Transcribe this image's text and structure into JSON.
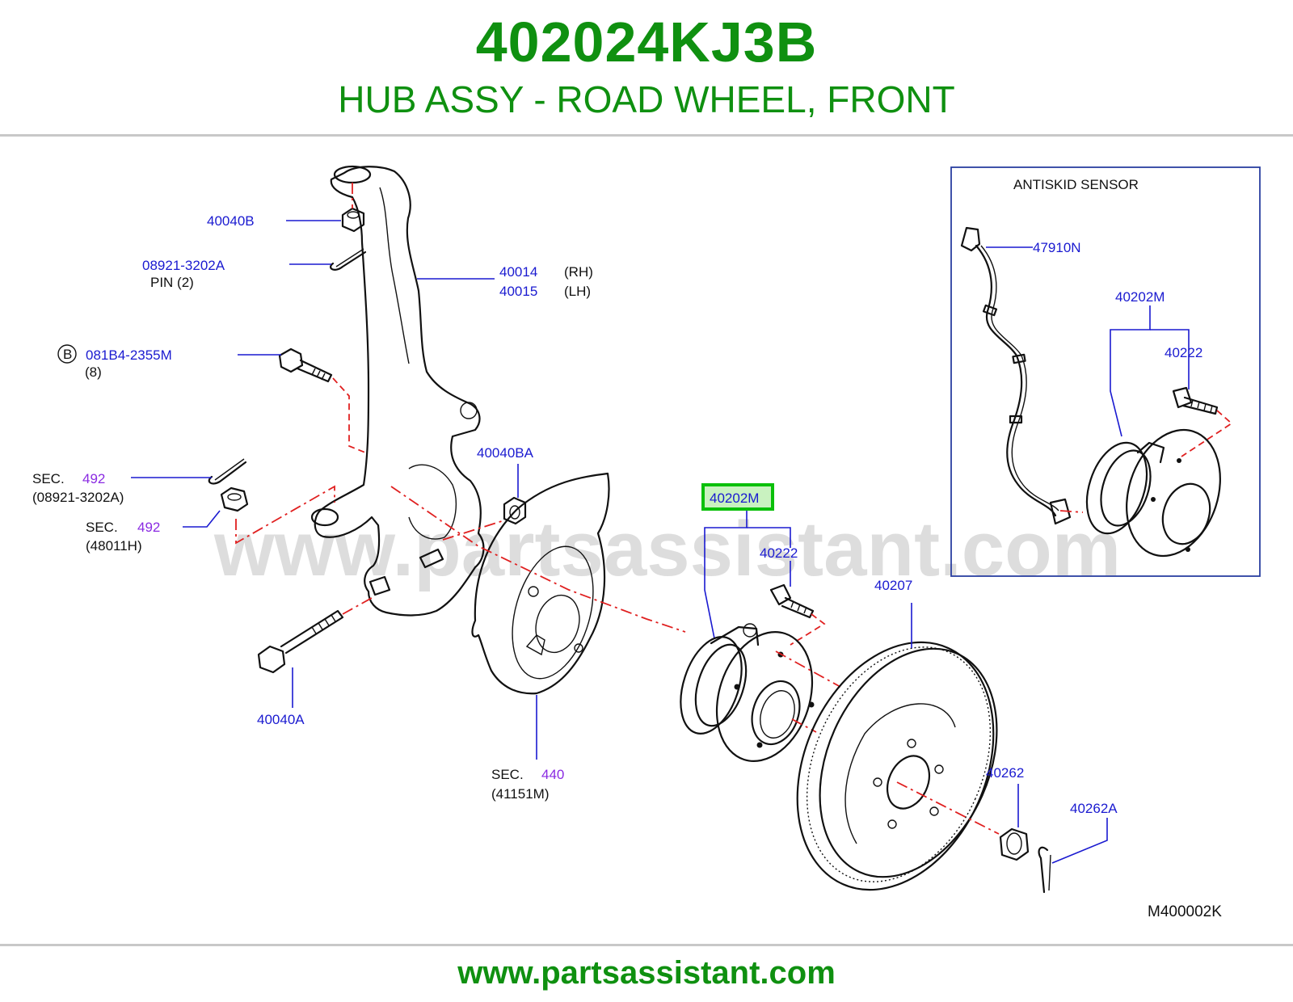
{
  "header": {
    "part_number": "402024KJ3B",
    "part_title": "HUB ASSY - ROAD WHEEL, FRONT"
  },
  "footer": {
    "url": "www.partsassistant.com"
  },
  "watermark": "www.partsassistant.com",
  "drawing_code": "M400002K",
  "inset": {
    "title": "ANTISKID  SENSOR",
    "labels": {
      "sensor": "47910N",
      "hub": "40202M",
      "bolt": "40222"
    }
  },
  "labels": {
    "nut_top": "40040B",
    "pin": "08921-3202A",
    "pin_note": "PIN  (2)",
    "knuckle_rh": "40014",
    "knuckle_rh_side": "(RH)",
    "knuckle_lh": "40015",
    "knuckle_lh_side": "(LH)",
    "bolt_b_marker": "B",
    "bolt_b": "081B4-2355M",
    "bolt_b_qty": "(8)",
    "sec_492_a": "SEC.",
    "sec_492_a_num": "492",
    "sec_492_a_ref": "(08921-3202A)",
    "sec_492_b": "SEC.",
    "sec_492_b_num": "492",
    "sec_492_b_ref": "(48011H)",
    "nut_mid": "40040BA",
    "bolt_lower": "40040A",
    "sec_440": "SEC.",
    "sec_440_num": "440",
    "sec_440_ref": "(41151M)",
    "hub_highlight": "40202M",
    "hub_bolt": "40222",
    "rotor": "40207",
    "nut_axle": "40262",
    "cotter_pin": "40262A"
  },
  "colors": {
    "title_green": "#0f9010",
    "label_blue": "#1a1ad0",
    "sec_purple": "#8a2be2",
    "guide_red": "#e02020",
    "highlight_green": "#0ac00a"
  }
}
